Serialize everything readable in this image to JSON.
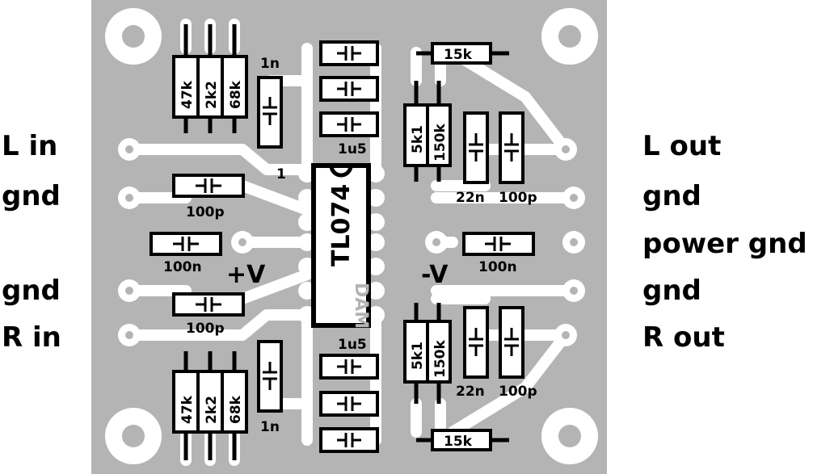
{
  "labels": {
    "left": [
      "L in",
      "gnd",
      "gnd",
      "R in"
    ],
    "right": [
      "L out",
      "gnd",
      "power gnd",
      "gnd",
      "R out"
    ]
  },
  "ic": {
    "name": "TL074",
    "logo": "DAMM",
    "pin1": "1"
  },
  "resistors": {
    "top_bank": [
      "47k",
      "2k2",
      "68k"
    ],
    "bottom_bank": [
      "47k",
      "2k2",
      "68k"
    ],
    "top_feedback": "15k",
    "bottom_feedback": "15k",
    "top_pair": [
      "5k1",
      "150k"
    ],
    "bottom_pair": [
      "5k1",
      "150k"
    ]
  },
  "capacitor_labels": {
    "c_1n_top": "1n",
    "c_1n_bottom": "1n",
    "c_1u5_top": "1u5",
    "c_1u5_bottom": "1u5",
    "c_22n_top": "22n",
    "c_100p_top_right": "100p",
    "c_22n_bottom": "22n",
    "c_100p_bottom_right": "100p",
    "c_100p_left_top": "100p",
    "c_100p_left_bottom": "100p",
    "c_100n_left": "100n",
    "c_100n_right": "100n"
  },
  "supply": {
    "positive": "+V",
    "negative": "-V"
  },
  "colors": {
    "board": "#b4b4b4",
    "pad": "#ffffff",
    "component": "#000000"
  }
}
